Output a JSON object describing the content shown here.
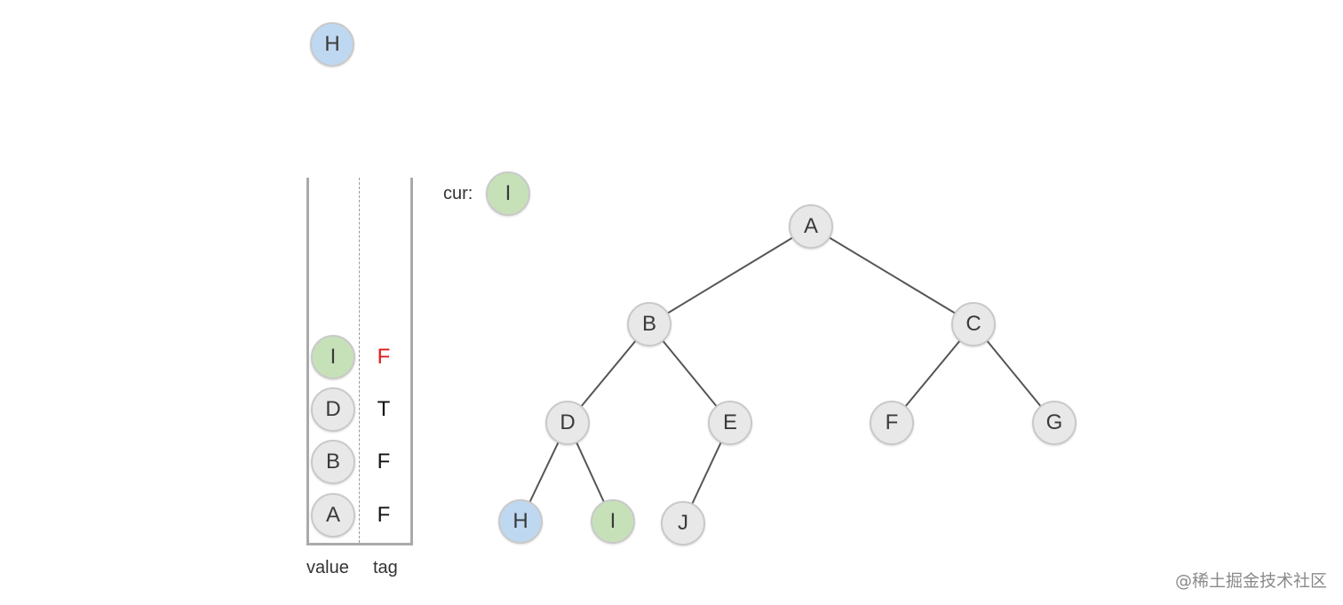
{
  "popped_node": {
    "label": "H",
    "state": "blue"
  },
  "cur": {
    "label_text": "cur:",
    "node": "I",
    "state": "green"
  },
  "stack": {
    "column_labels": {
      "value": "value",
      "tag": "tag"
    },
    "entries_top_to_bottom": [
      {
        "value": "I",
        "tag": "F",
        "value_state": "green",
        "tag_highlight": true
      },
      {
        "value": "D",
        "tag": "T",
        "value_state": "gray",
        "tag_highlight": false
      },
      {
        "value": "B",
        "tag": "F",
        "value_state": "gray",
        "tag_highlight": false
      },
      {
        "value": "A",
        "tag": "F",
        "value_state": "gray",
        "tag_highlight": false
      }
    ]
  },
  "tree": {
    "nodes": [
      {
        "id": "A",
        "label": "A",
        "state": "gray"
      },
      {
        "id": "B",
        "label": "B",
        "state": "gray"
      },
      {
        "id": "C",
        "label": "C",
        "state": "gray"
      },
      {
        "id": "D",
        "label": "D",
        "state": "gray"
      },
      {
        "id": "E",
        "label": "E",
        "state": "gray"
      },
      {
        "id": "F",
        "label": "F",
        "state": "gray"
      },
      {
        "id": "G",
        "label": "G",
        "state": "gray"
      },
      {
        "id": "H",
        "label": "H",
        "state": "blue"
      },
      {
        "id": "I",
        "label": "I",
        "state": "green"
      },
      {
        "id": "J",
        "label": "J",
        "state": "gray"
      }
    ],
    "edges": [
      [
        "A",
        "B"
      ],
      [
        "A",
        "C"
      ],
      [
        "B",
        "D"
      ],
      [
        "B",
        "E"
      ],
      [
        "C",
        "F"
      ],
      [
        "C",
        "G"
      ],
      [
        "D",
        "H"
      ],
      [
        "D",
        "I"
      ],
      [
        "E",
        "J"
      ]
    ]
  },
  "colors": {
    "gray_node": "#e8e8e8",
    "blue_node": "#bfd8f1",
    "green_node": "#c6e1b8",
    "highlight_tag": "#e01c1c",
    "edge": "#555555"
  },
  "watermark": "@稀土掘金技术社区"
}
